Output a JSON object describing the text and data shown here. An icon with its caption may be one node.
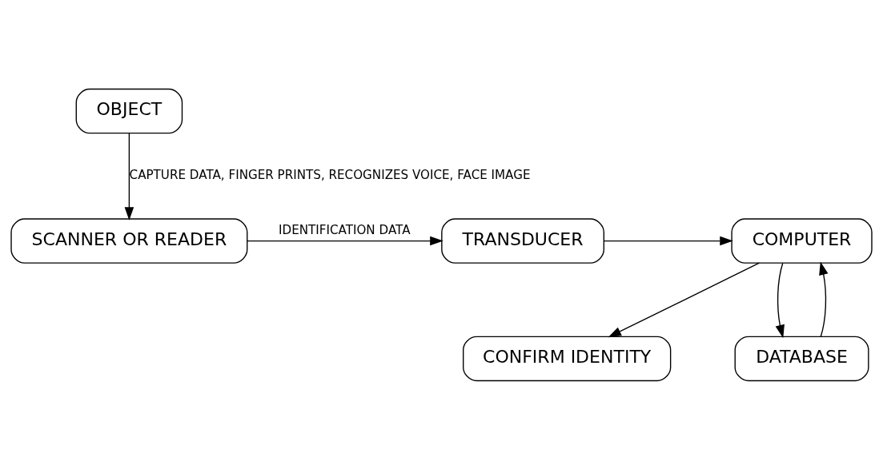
{
  "diagram": {
    "nodes": [
      {
        "text": [
          "OBJECT"
        ]
      },
      {
        "text": [
          "SCANNER OR READER"
        ]
      },
      {
        "text": [
          "TRANSDUCER"
        ]
      },
      {
        "text": [
          "COMPUTER"
        ]
      },
      {
        "text": [
          "CONFIRM IDENTITY"
        ]
      },
      {
        "text": [
          "DATABASE"
        ]
      }
    ],
    "edges": [
      {
        "from": 0,
        "to": 1,
        "arrow": "to",
        "label": "CAPTURE DATA, FINGER PRINTS, RECOGNIZES VOICE, FACE IMAGE"
      },
      {
        "from": 1,
        "to": 2,
        "arrow": "to",
        "label": "IDENTIFICATION DATA"
      },
      {
        "from": 2,
        "to": 3,
        "arrow": "to"
      },
      {
        "from": 3,
        "to": 4,
        "arrow": "to"
      },
      {
        "from": 3,
        "to": 5,
        "arrow": "to"
      },
      {
        "from": 5,
        "to": 3,
        "arrow": "to"
      }
    ]
  }
}
